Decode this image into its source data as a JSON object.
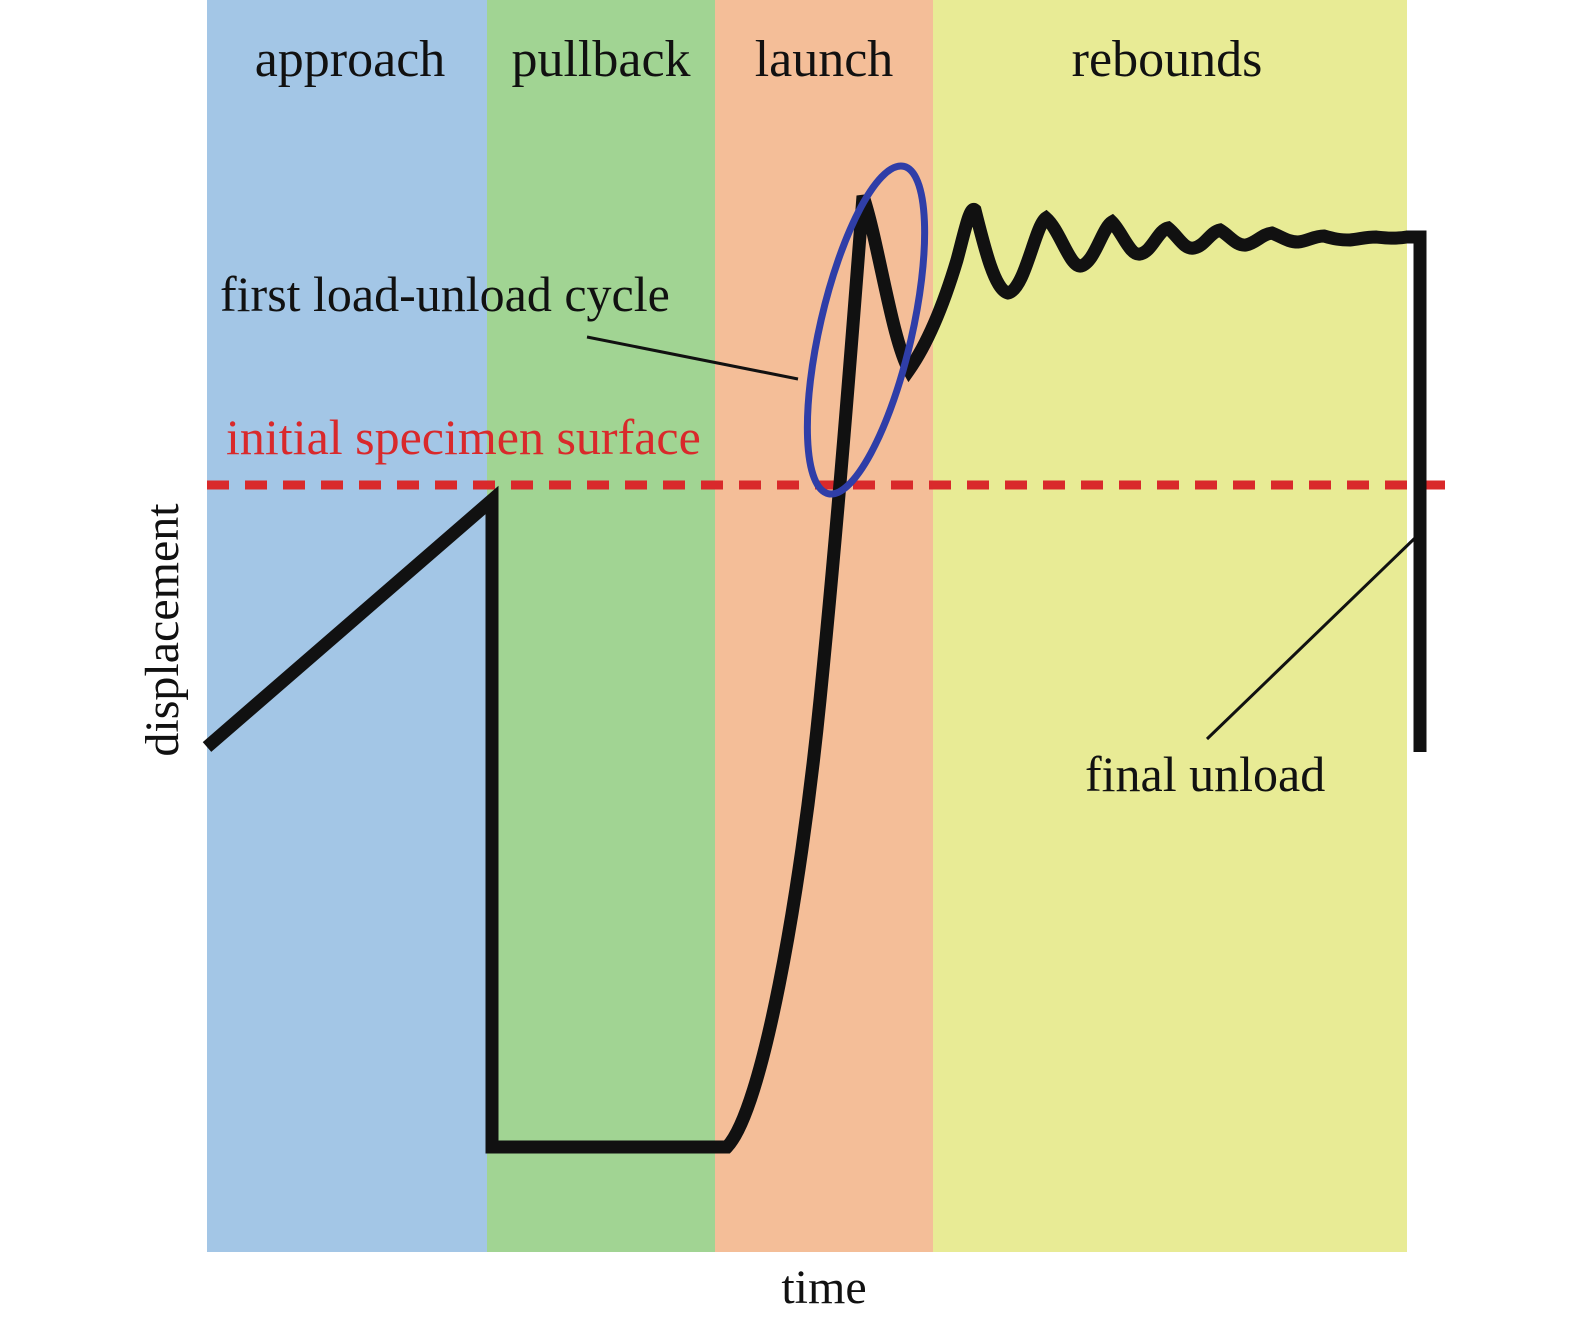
{
  "phases": [
    {
      "label": "approach",
      "color": "#a3c6e6"
    },
    {
      "label": "pullback",
      "color": "#a1d493"
    },
    {
      "label": "launch",
      "color": "#f4be98"
    },
    {
      "label": "rebounds",
      "color": "#e8eb95"
    }
  ],
  "axes": {
    "x_label": "time",
    "y_label": "displacement"
  },
  "annotations": {
    "cycle": "first load-unload cycle",
    "surface": "initial specimen surface",
    "final": "final unload"
  },
  "colors": {
    "curve": "#111111",
    "surface_line": "#d9292b",
    "ellipse": "#2f3ea8"
  }
}
